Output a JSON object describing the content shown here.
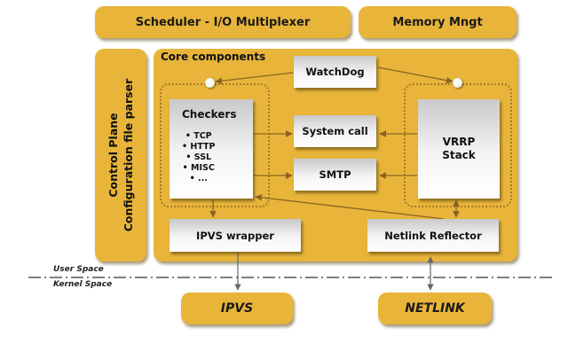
{
  "top_bar": {
    "scheduler": "Scheduler - I/O Multiplexer",
    "memory": "Memory Mngt"
  },
  "control_plane": {
    "line1": "Control Plane",
    "line2": "Configuration file parser"
  },
  "core": {
    "title": "Core components",
    "watchdog": "WatchDog",
    "system_call": "System call",
    "smtp": "SMTP",
    "checkers": {
      "title": "Checkers",
      "items": [
        "TCP",
        "HTTP",
        "SSL",
        "MISC",
        "..."
      ]
    },
    "vrrp": {
      "line1": "VRRP",
      "line2": "Stack"
    },
    "ipvs_wrapper": "IPVS wrapper",
    "netlink_reflector": "Netlink Reflector"
  },
  "boundary": {
    "user_space": "User Space",
    "kernel_space": "Kernel Space"
  },
  "kernel": {
    "ipvs": "IPVS",
    "netlink": "NETLINK"
  },
  "colors": {
    "module_fill": "#e8b53a",
    "component_fill": "#f4f4f4",
    "connector": "#8a6420"
  }
}
